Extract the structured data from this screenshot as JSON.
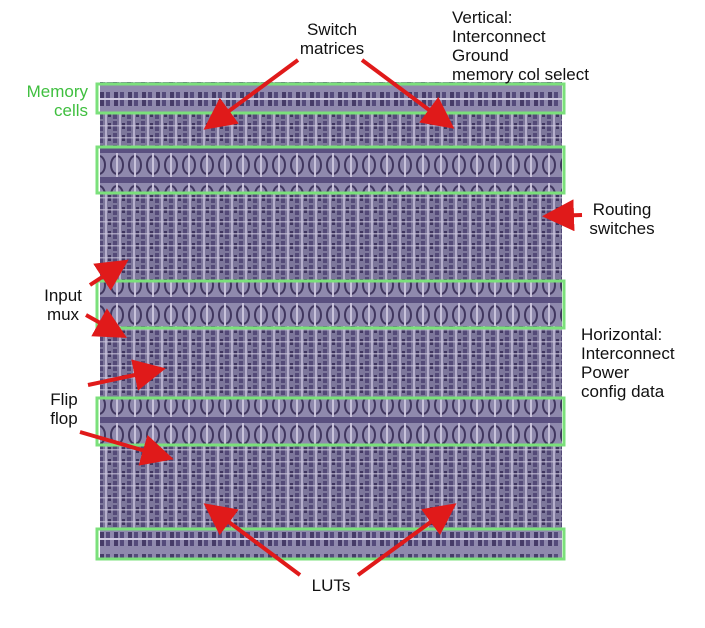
{
  "labels": {
    "switch_matrices": [
      "Switch",
      "matrices"
    ],
    "vertical": [
      "Vertical:",
      "Interconnect",
      "Ground",
      "memory col select"
    ],
    "memory_cells": [
      "Memory",
      "cells"
    ],
    "routing_switches": [
      "Routing",
      "switches"
    ],
    "input_mux": [
      "Input",
      "mux"
    ],
    "horizontal": [
      "Horizontal:",
      "Interconnect",
      "Power",
      "config data"
    ],
    "flip_flop": [
      "Flip",
      "flop"
    ],
    "luts": [
      "LUTs"
    ]
  },
  "colors": {
    "die_base": "#8a84a8",
    "die_dark": "#4a3f6e",
    "die_light": "#c9c4d8",
    "highlight": "#7be07b",
    "arrow": "#e01a1a",
    "memory_label": "#3fbf3f"
  }
}
